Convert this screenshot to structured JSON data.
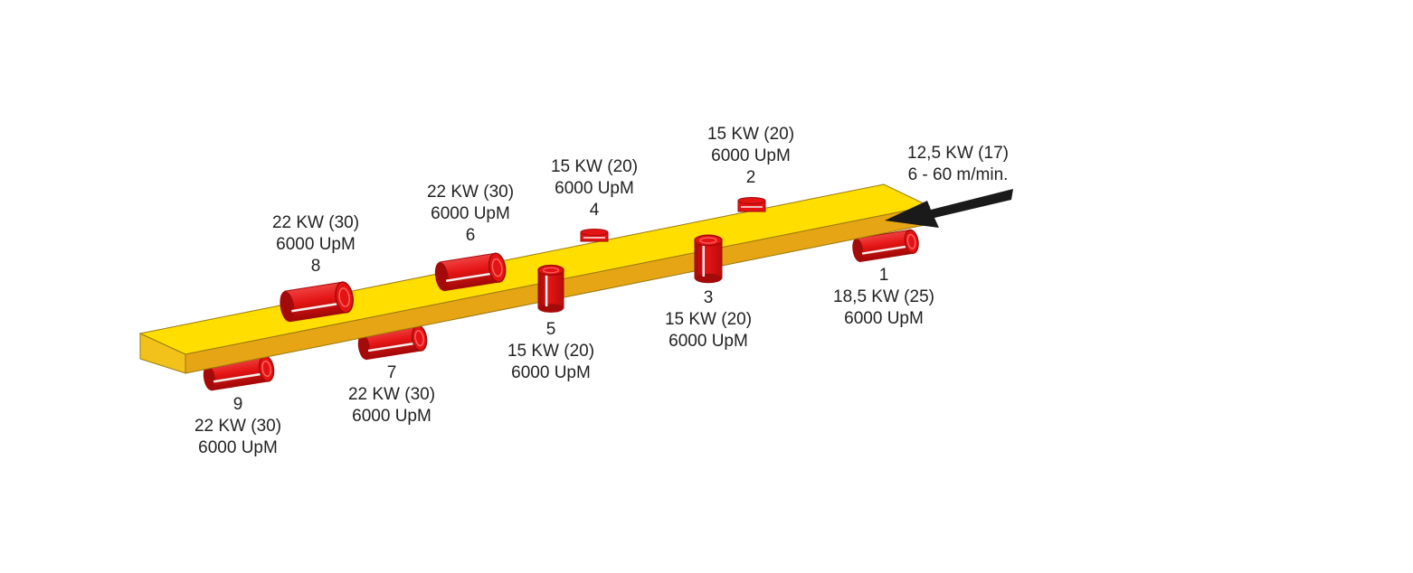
{
  "colors": {
    "beam_top": "#FFDE00",
    "beam_front": "#E6A514",
    "beam_end": "#F2C21A",
    "beam_outline": "#9A7A10",
    "spindle": "#E41414",
    "spindle_dark": "#A50A0A",
    "spindle_ring": "#FF6060",
    "spindle_highlight": "#F4EEEE",
    "arrow": "#1A1A1A"
  },
  "feed": {
    "line1": "12,5 KW (17)",
    "line2": "6 - 60 m/min.",
    "arrow_icon": "feed-direction-arrow"
  },
  "spindles": [
    {
      "number": "1",
      "power": "18,5 KW (25)",
      "speed": "6000 UpM",
      "orientation": "horizontal-below"
    },
    {
      "number": "2",
      "power": "15 KW (20)",
      "speed": "6000 UpM",
      "orientation": "vertical-top"
    },
    {
      "number": "3",
      "power": "15 KW (20)",
      "speed": "6000 UpM",
      "orientation": "vertical-front"
    },
    {
      "number": "4",
      "power": "15 KW (20)",
      "speed": "6000 UpM",
      "orientation": "vertical-top"
    },
    {
      "number": "5",
      "power": "15 KW (20)",
      "speed": "6000 UpM",
      "orientation": "vertical-front"
    },
    {
      "number": "6",
      "power": "22 KW (30)",
      "speed": "6000 UpM",
      "orientation": "horizontal-top"
    },
    {
      "number": "7",
      "power": "22 KW (30)",
      "speed": "6000 UpM",
      "orientation": "horizontal-below"
    },
    {
      "number": "8",
      "power": "22 KW (30)",
      "speed": "6000 UpM",
      "orientation": "horizontal-top"
    },
    {
      "number": "9",
      "power": "22 KW (30)",
      "speed": "6000 UpM",
      "orientation": "horizontal-below"
    }
  ]
}
